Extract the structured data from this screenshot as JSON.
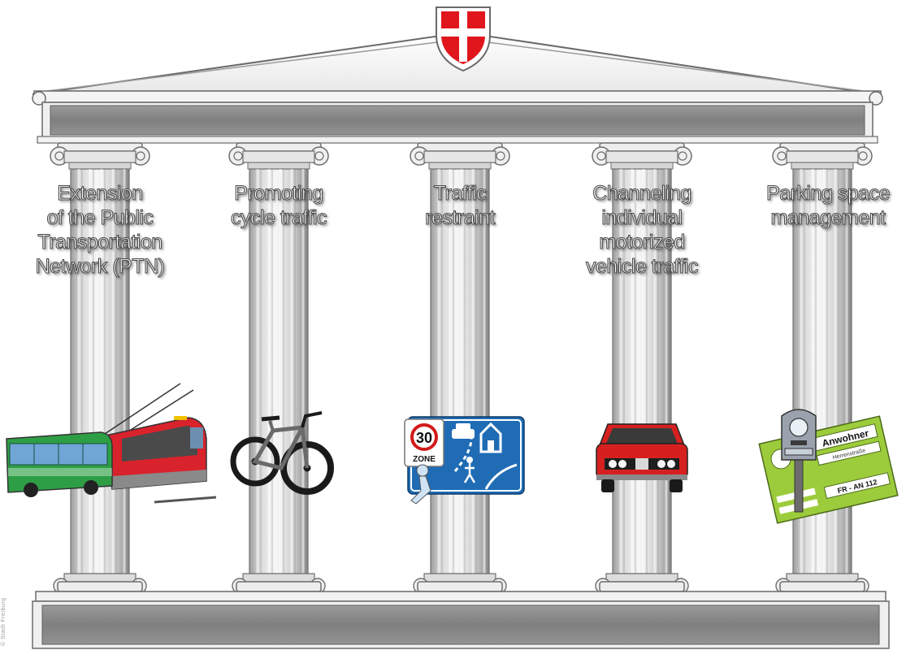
{
  "colors": {
    "stone_light": "#f2f2f2",
    "stone_mid": "#bdbdbd",
    "stone_dark": "#8f8f8f",
    "frieze": "#8c8c8c",
    "shield_red": "#e0161c",
    "bus_green": "#2e9e45",
    "tram_red": "#d8222c",
    "sign_blue": "#1f6cb5",
    "car_red": "#d62020",
    "ticket_green": "#9ccc3c"
  },
  "emblem": {
    "icon": "coat-of-arms-shield-icon"
  },
  "side_credit": "© Stadt Freiburg",
  "pillars": [
    {
      "label_lines": [
        "Extension",
        "of the Public",
        "Transportation",
        "Network (PTN)"
      ],
      "icon": "bus-and-tram-icon"
    },
    {
      "label_lines": [
        "Promoting",
        "cycle traffic"
      ],
      "icon": "bicycle-icon"
    },
    {
      "label_lines": [
        "Traffic",
        "restraint"
      ],
      "icon": "traffic-calming-zone-sign-icon",
      "sign": {
        "speed": "30",
        "zone": "ZONE"
      }
    },
    {
      "label_lines": [
        "Channeling",
        "individual",
        "motorized",
        "vehicle traffic"
      ],
      "icon": "red-car-icon"
    },
    {
      "label_lines": [
        "Parking space",
        "management"
      ],
      "icon": "parking-meter-and-permit-icon",
      "permit": {
        "title": "Anwohner",
        "street": "Herrenstraße",
        "plate": "FR - AN  112"
      }
    }
  ]
}
